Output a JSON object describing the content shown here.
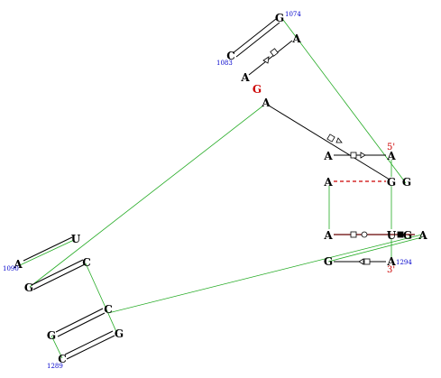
{
  "colors": {
    "black": "#000000",
    "red": "#cc0000",
    "green": "#22aa22",
    "blue": "#0000cc",
    "darkred": "#660000"
  },
  "nucleotides": [
    {
      "id": "g1074",
      "label": "G",
      "color": "black"
    },
    {
      "id": "a1075",
      "label": "A",
      "color": "black"
    },
    {
      "id": "c1083",
      "label": "C",
      "color": "black"
    },
    {
      "id": "a1084",
      "label": "A",
      "color": "black"
    },
    {
      "id": "g1085",
      "label": "G",
      "color": "red"
    },
    {
      "id": "a1086",
      "label": "A",
      "color": "black"
    },
    {
      "id": "a5p",
      "label": "A",
      "color": "black"
    },
    {
      "id": "am1",
      "label": "A",
      "color": "black"
    },
    {
      "id": "ar1",
      "label": "G",
      "color": "black"
    },
    {
      "id": "ar1b",
      "label": "G",
      "color": "black"
    },
    {
      "id": "am2",
      "label": "A",
      "color": "black"
    },
    {
      "id": "am3",
      "label": "A",
      "color": "black"
    },
    {
      "id": "ar3",
      "label": "U",
      "color": "black"
    },
    {
      "id": "ar3b",
      "label": "G",
      "color": "black"
    },
    {
      "id": "ar3c",
      "label": "A",
      "color": "black"
    },
    {
      "id": "gm4",
      "label": "G",
      "color": "black"
    },
    {
      "id": "a1294",
      "label": "A",
      "color": "black"
    },
    {
      "id": "u1",
      "label": "U",
      "color": "black"
    },
    {
      "id": "a1090",
      "label": "A",
      "color": "black"
    },
    {
      "id": "c2",
      "label": "C",
      "color": "black"
    },
    {
      "id": "g2",
      "label": "G",
      "color": "black"
    },
    {
      "id": "c3",
      "label": "C",
      "color": "black"
    },
    {
      "id": "g3",
      "label": "G",
      "color": "black"
    },
    {
      "id": "g4",
      "label": "G",
      "color": "black"
    },
    {
      "id": "c1289",
      "label": "C",
      "color": "black"
    }
  ],
  "indices": [
    {
      "id": "idx1074",
      "text": "1074"
    },
    {
      "id": "idx1083",
      "text": "1083"
    },
    {
      "id": "idx1090",
      "text": "1090"
    },
    {
      "id": "idx1289",
      "text": "1289"
    },
    {
      "id": "idx1294",
      "text": "1294"
    }
  ],
  "ends": [
    {
      "id": "five-prime",
      "text": "5'"
    },
    {
      "id": "three-prime",
      "text": "3'"
    }
  ]
}
